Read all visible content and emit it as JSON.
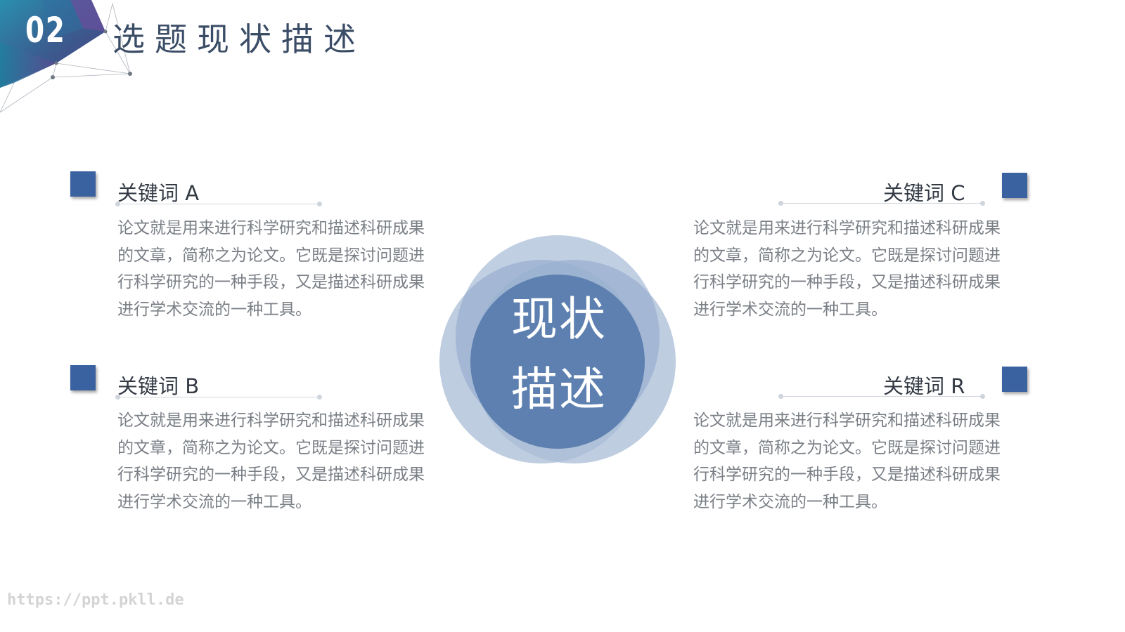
{
  "header": {
    "section_number": "02",
    "title": "选题现状描述"
  },
  "center": {
    "line1": "现状",
    "line2": "描述"
  },
  "keywords": [
    {
      "title": "关键词 A",
      "text": "论文就是用来进行科学研究和描述科研成果的文章，简称之为论文。它既是探讨问题进行科学研究的一种手段，又是描述科研成果进行学术交流的一种工具。"
    },
    {
      "title": "关键词 B",
      "text": "论文就是用来进行科学研究和描述科研成果的文章，简称之为论文。它既是探讨问题进行科学研究的一种手段，又是描述科研成果进行学术交流的一种工具。"
    },
    {
      "title": "关键词 C",
      "text": "论文就是用来进行科学研究和描述科研成果的文章，简称之为论文。它既是探讨问题进行科学研究的一种手段，又是描述科研成果进行学术交流的一种工具。"
    },
    {
      "title": "关键词 R",
      "text": "论文就是用来进行科学研究和描述科研成果的文章，简称之为论文。它既是探讨问题进行科学研究的一种手段，又是描述科研成果进行学术交流的一种工具。"
    }
  ],
  "footer": {
    "url": "https://ppt.pkll.de"
  },
  "colors": {
    "accent": "#3b62a0",
    "title_text": "#3b4d66",
    "body_text": "#7a7f86",
    "circle_light": "#a8bcd6",
    "circle_dark": "#5d80b0"
  }
}
